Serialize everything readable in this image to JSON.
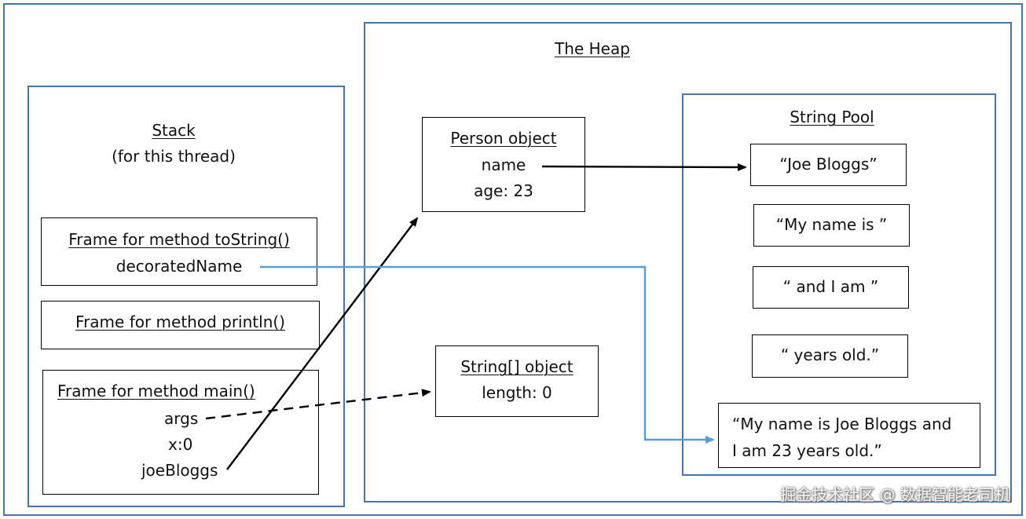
{
  "stack": {
    "title": "Stack",
    "subtitle": "(for this thread)",
    "frames": [
      {
        "title": "Frame for method toString()",
        "vars": [
          "decoratedName"
        ]
      },
      {
        "title": "Frame for method println()",
        "vars": []
      },
      {
        "title": "Frame for method main()",
        "vars": [
          "args",
          "x:0",
          "joeBloggs"
        ]
      }
    ]
  },
  "heap": {
    "title": "The Heap",
    "person": {
      "title": "Person object",
      "fields": [
        "name",
        "age: 23"
      ]
    },
    "string_array": {
      "title": "String[] object",
      "fields": [
        "length: 0"
      ]
    }
  },
  "pool": {
    "title": "String Pool",
    "strings": [
      "“Joe Bloggs”",
      "“My name is ”",
      "“ and I am ”",
      "“ years old.”",
      "“My name is Joe Bloggs and I am 23 years old.”"
    ],
    "long_string_lines": [
      "“My name is Joe Bloggs and",
      "I am 23 years old.”"
    ]
  },
  "colors": {
    "blue_border": "#4a74a7",
    "blue_arrow": "#5b9bd5",
    "black": "#000000"
  },
  "watermark": "掘金技术社区 @ 数据智能老司机"
}
